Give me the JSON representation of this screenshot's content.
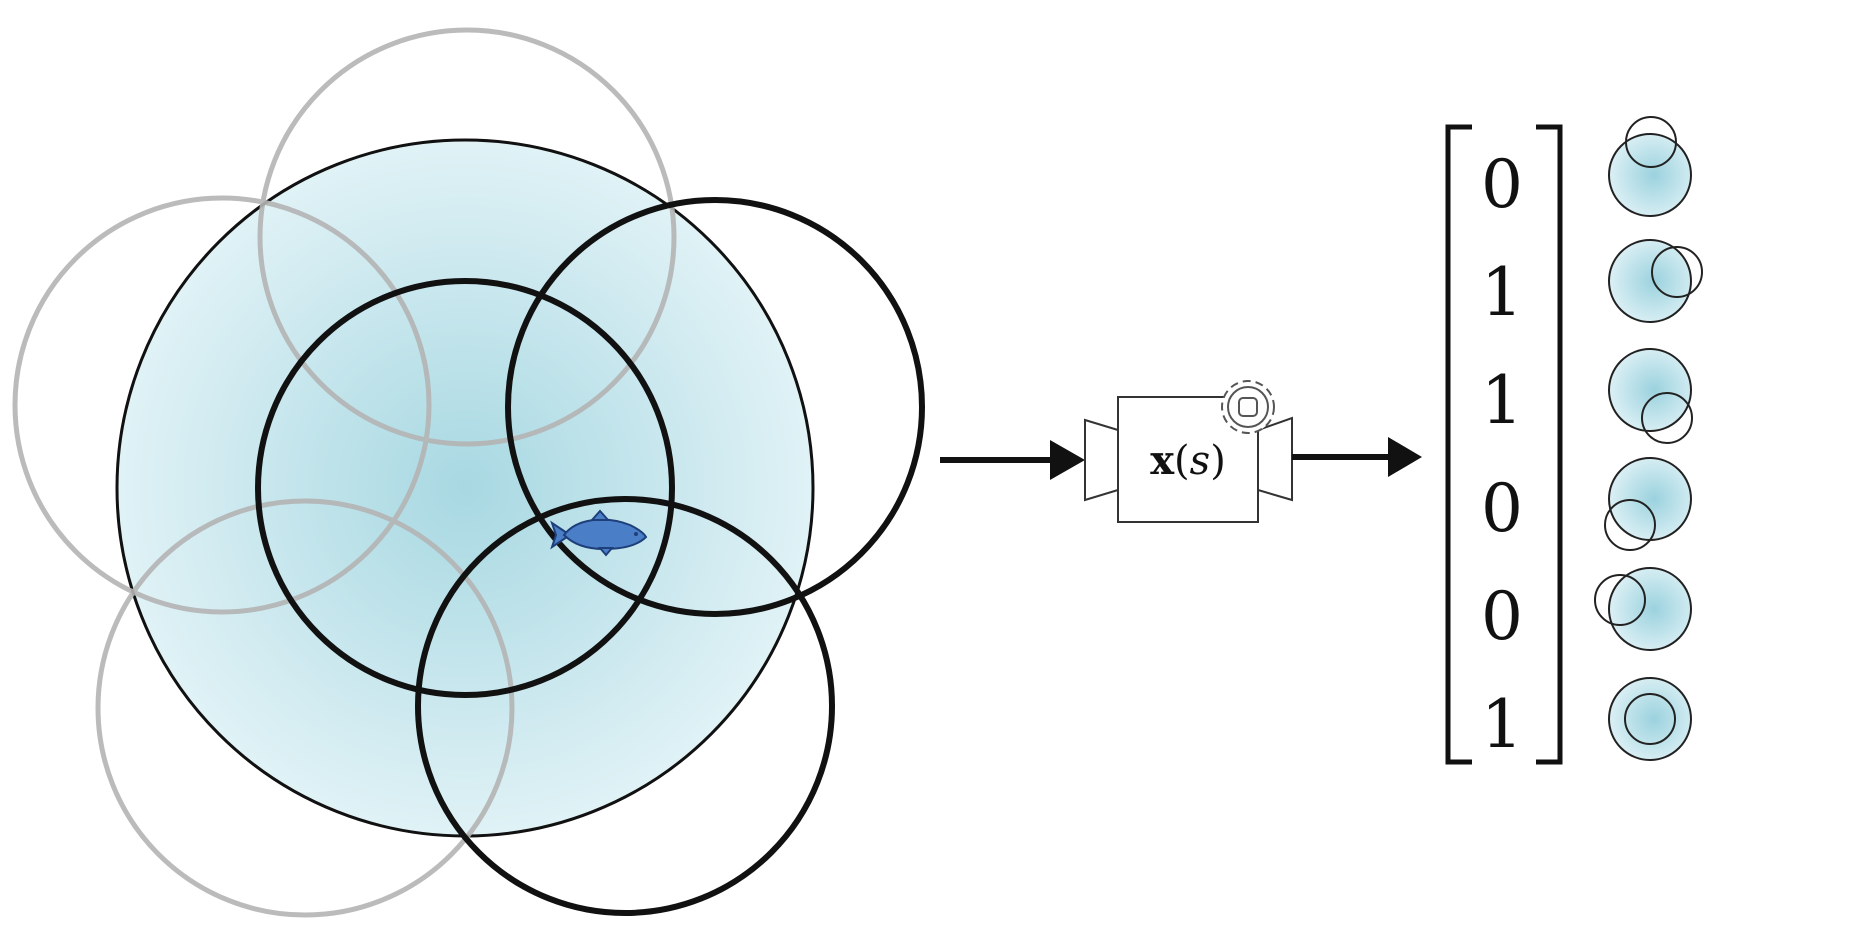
{
  "feature_function": {
    "symbol": "x",
    "open_paren": "(",
    "argument": "s",
    "close_paren": ")"
  },
  "feature_vector": {
    "values": [
      "0",
      "1",
      "1",
      "0",
      "0",
      "1"
    ]
  },
  "colors": {
    "fill_center": "#a8d8e2",
    "fill_edge": "#dcf0f5",
    "inactive_stroke": "#b4b4b4",
    "active_stroke": "#111111",
    "fish_fill": "#4a7fc8",
    "fish_stroke": "#1e3f7a"
  },
  "icons": [
    "fish-icon",
    "camera-icon",
    "gear-icon",
    "arrow-icon"
  ]
}
